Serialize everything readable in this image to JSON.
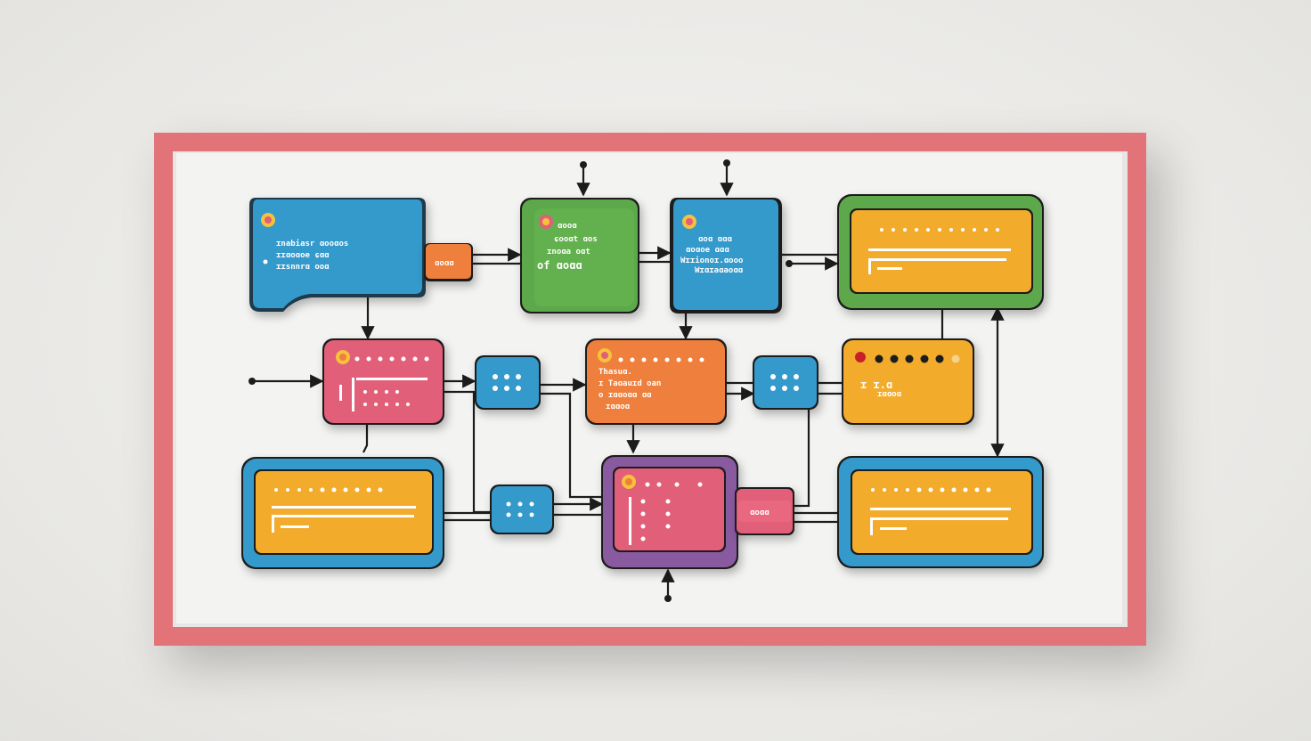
{
  "diagram": {
    "colors": {
      "frame": "#e27378",
      "panel": "#f3f3f2",
      "blue": "#3499cb",
      "green": "#5da84a",
      "orange": "#ee7f3c",
      "pink": "#e25f79",
      "yellow": "#f3ab2c",
      "purple": "#8a5aa0",
      "ink": "#1c1c1c"
    },
    "nodes": [
      {
        "id": "n1",
        "fill": "blue",
        "icon": "flower-badge-icon",
        "text": [
          "ɪnabiasr ɑooɑos",
          "ɪɪɑoɑoe ɕɑɑ",
          "ɪɪsnnrɑ ooɑ"
        ]
      },
      {
        "id": "n1b",
        "fill": "orange",
        "text": [
          "ɑoɑɑ"
        ]
      },
      {
        "id": "n2",
        "fill": "green",
        "icon": "flower-badge-icon",
        "text": [
          "ɑooɑ",
          "ɕooɑt ɑos",
          "ɪnoɑa oɑt",
          "of ɑoɑɑ"
        ]
      },
      {
        "id": "n3",
        "fill": "blue",
        "icon": "flower-badge-icon",
        "text": [
          "ɑoɑ ɑɑɑ",
          "ɑoɑoe ɑɑɑ",
          "Wɪɪionoɪ.ɑooo",
          "Wɪɑɪaɑaoɑɑ"
        ]
      },
      {
        "id": "n4",
        "fill": "yellow",
        "icon": "",
        "text": []
      },
      {
        "id": "n5",
        "fill": "pink",
        "icon": "flower-badge-icon",
        "text": [
          "ɪ:"
        ]
      },
      {
        "id": "n6",
        "fill": "blue",
        "icon": "",
        "text": [
          "ɑɑɑ"
        ]
      },
      {
        "id": "n7",
        "fill": "orange",
        "icon": "flower-badge-icon",
        "text": [
          "Thasuɑ.",
          "ɪ Taɑauɪd oan",
          "o ɪɑɑoɑɑ ɑɑ",
          "ɪɑɑoɑ"
        ]
      },
      {
        "id": "n8",
        "fill": "blue",
        "icon": "",
        "text": [
          "ɑɑɑ"
        ]
      },
      {
        "id": "n9",
        "fill": "yellow",
        "icon": "red-dot-icon",
        "text": [
          "ɪ ɪ.ɑ",
          "ɪɑɑoɑ"
        ]
      },
      {
        "id": "n10",
        "fill": "yellow",
        "icon": "",
        "text": []
      },
      {
        "id": "n11",
        "fill": "blue",
        "icon": "",
        "text": [
          "ɑɑɑ"
        ]
      },
      {
        "id": "n12",
        "fill": "pink",
        "icon": "flower-badge-icon",
        "text": [
          "ɑoɑ"
        ]
      },
      {
        "id": "n12b",
        "fill": "pink",
        "text": [
          "ɑoɑɑ"
        ]
      },
      {
        "id": "n13",
        "fill": "yellow",
        "icon": "",
        "text": []
      }
    ]
  }
}
